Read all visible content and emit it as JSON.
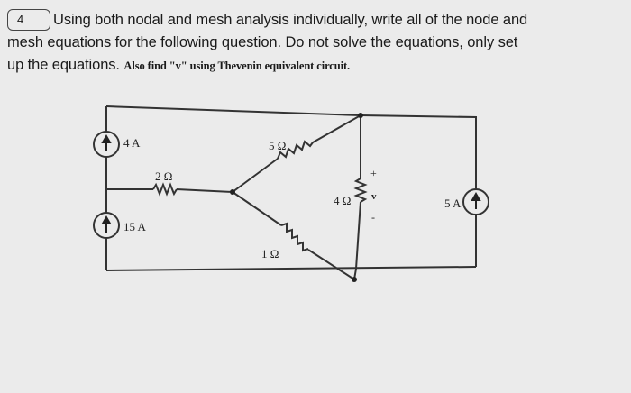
{
  "question": {
    "number": "4",
    "text_line1": "Using both nodal and mesh analysis individually, write all of the node and",
    "text_line2": "mesh equations for the following question. Do not solve the equations, only set",
    "text_line3": "up the equations.",
    "text_extra": "Also find \"v\" using Thevenin equivalent circuit."
  },
  "circuit": {
    "source_4a": "4 A",
    "source_15a": "15 A",
    "source_5a": "5 A",
    "r_2": "2 Ω",
    "r_5": "5 Ω",
    "r_4": "4 Ω",
    "r_1": "1 Ω",
    "v_label": "v",
    "v_plus": "+",
    "v_minus": "-"
  }
}
